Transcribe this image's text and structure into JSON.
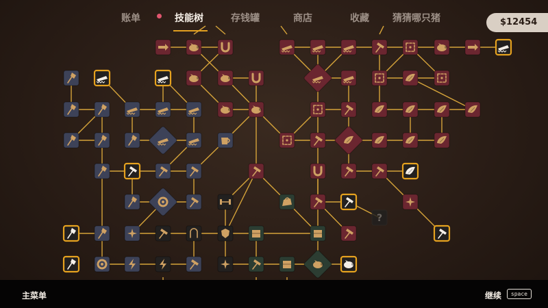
{
  "tabs": [
    {
      "label": "账单",
      "active": false
    },
    {
      "label": "技能树",
      "active": true
    },
    {
      "label": "存钱罐",
      "active": false
    },
    {
      "label": "商店",
      "active": false
    },
    {
      "label": "收藏",
      "active": false
    },
    {
      "label": "猜猜哪只猪",
      "active": false
    }
  ],
  "money": "$12454",
  "bottom": {
    "main_menu": "主菜单",
    "continue": "继续",
    "key": "space"
  },
  "mystery_label": "?",
  "colors": {
    "blue_node": "#3d4258",
    "red_node": "#6b2630",
    "dark_node": "#22201f",
    "green_node": "#2c3d32",
    "gold": "#e6a21f",
    "line": "#d6a43a",
    "icon": "#cfa163"
  },
  "nodes": [
    {
      "id": "r1",
      "c": "red",
      "i": "arrow",
      "s": "sq"
    },
    {
      "id": "r2",
      "c": "red",
      "i": "pig",
      "s": "sq"
    },
    {
      "id": "r3",
      "c": "red",
      "i": "magnet",
      "s": "sq"
    },
    {
      "id": "r4",
      "c": "red",
      "i": "saw",
      "s": "sq"
    },
    {
      "id": "r5",
      "c": "red",
      "i": "saw",
      "s": "sq"
    },
    {
      "id": "r6",
      "c": "red",
      "i": "saw",
      "s": "sq"
    },
    {
      "id": "r7",
      "c": "red",
      "i": "hammer",
      "s": "sq"
    },
    {
      "id": "r8",
      "c": "red",
      "i": "target",
      "s": "sq"
    },
    {
      "id": "r9",
      "c": "red",
      "i": "pig",
      "s": "sq"
    },
    {
      "id": "r10",
      "c": "red",
      "i": "arrow",
      "s": "sq"
    },
    {
      "id": "r11",
      "c": "dark",
      "i": "saw",
      "s": "sq",
      "gold": true
    },
    {
      "id": "b1",
      "c": "blue",
      "i": "axe",
      "s": "sq"
    },
    {
      "id": "b2",
      "c": "dark",
      "i": "saw",
      "s": "sq",
      "gold": true
    },
    {
      "id": "b3",
      "c": "dark",
      "i": "saw",
      "s": "sq",
      "gold": true
    },
    {
      "id": "r12",
      "c": "red",
      "i": "pig",
      "s": "sq"
    },
    {
      "id": "r13",
      "c": "red",
      "i": "pig",
      "s": "sq"
    },
    {
      "id": "r14",
      "c": "red",
      "i": "magnet",
      "s": "sq"
    },
    {
      "id": "r15",
      "c": "red",
      "i": "saw",
      "s": "dia"
    },
    {
      "id": "r16",
      "c": "red",
      "i": "saw",
      "s": "sq"
    },
    {
      "id": "r17",
      "c": "red",
      "i": "target",
      "s": "sq"
    },
    {
      "id": "r18",
      "c": "red",
      "i": "wing",
      "s": "sq"
    },
    {
      "id": "r19",
      "c": "red",
      "i": "wing",
      "s": "sq"
    },
    {
      "id": "r20",
      "c": "red",
      "i": "target",
      "s": "sq"
    },
    {
      "id": "b4",
      "c": "blue",
      "i": "axe",
      "s": "sq"
    },
    {
      "id": "b5",
      "c": "blue",
      "i": "axe",
      "s": "sq"
    },
    {
      "id": "b6",
      "c": "blue",
      "i": "saw",
      "s": "sq"
    },
    {
      "id": "b7",
      "c": "blue",
      "i": "saw",
      "s": "sq"
    },
    {
      "id": "b8",
      "c": "blue",
      "i": "saw",
      "s": "sq"
    },
    {
      "id": "r21",
      "c": "red",
      "i": "pig",
      "s": "sq"
    },
    {
      "id": "r22",
      "c": "red",
      "i": "pig",
      "s": "sq"
    },
    {
      "id": "r23",
      "c": "red",
      "i": "target",
      "s": "sq"
    },
    {
      "id": "r24",
      "c": "red",
      "i": "hammer",
      "s": "sq"
    },
    {
      "id": "r25",
      "c": "red",
      "i": "wing",
      "s": "sq"
    },
    {
      "id": "r26",
      "c": "red",
      "i": "wing",
      "s": "sq"
    },
    {
      "id": "r27",
      "c": "red",
      "i": "wing",
      "s": "sq"
    },
    {
      "id": "r28",
      "c": "red",
      "i": "wing",
      "s": "sq"
    },
    {
      "id": "b9",
      "c": "blue",
      "i": "axe",
      "s": "sq"
    },
    {
      "id": "b10",
      "c": "blue",
      "i": "axe",
      "s": "sq"
    },
    {
      "id": "b11",
      "c": "blue",
      "i": "axe",
      "s": "sq"
    },
    {
      "id": "b12",
      "c": "blue",
      "i": "saw",
      "s": "dia"
    },
    {
      "id": "b13",
      "c": "blue",
      "i": "saw",
      "s": "sq"
    },
    {
      "id": "b14",
      "c": "blue",
      "i": "cup",
      "s": "sq"
    },
    {
      "id": "r29",
      "c": "red",
      "i": "target",
      "s": "sq"
    },
    {
      "id": "r30",
      "c": "red",
      "i": "hammer",
      "s": "sq"
    },
    {
      "id": "r31",
      "c": "red",
      "i": "wing",
      "s": "dia"
    },
    {
      "id": "r32",
      "c": "red",
      "i": "wing",
      "s": "sq"
    },
    {
      "id": "r33",
      "c": "red",
      "i": "wing",
      "s": "sq"
    },
    {
      "id": "r34",
      "c": "red",
      "i": "wing",
      "s": "sq"
    },
    {
      "id": "b15",
      "c": "blue",
      "i": "axe",
      "s": "sq"
    },
    {
      "id": "b16",
      "c": "dark",
      "i": "hammer",
      "s": "sq",
      "gold": true
    },
    {
      "id": "b17",
      "c": "blue",
      "i": "hammer",
      "s": "sq"
    },
    {
      "id": "b18",
      "c": "blue",
      "i": "hammer",
      "s": "sq"
    },
    {
      "id": "r35",
      "c": "red",
      "i": "hammer",
      "s": "sq"
    },
    {
      "id": "r36",
      "c": "red",
      "i": "magnet",
      "s": "sq"
    },
    {
      "id": "r37",
      "c": "red",
      "i": "hammer",
      "s": "sq"
    },
    {
      "id": "r38",
      "c": "red",
      "i": "hammer",
      "s": "sq"
    },
    {
      "id": "r39",
      "c": "dark",
      "i": "wing",
      "s": "sq",
      "gold": true
    },
    {
      "id": "b19",
      "c": "blue",
      "i": "axe",
      "s": "sq"
    },
    {
      "id": "b20",
      "c": "blue",
      "i": "gear",
      "s": "dia"
    },
    {
      "id": "b21",
      "c": "blue",
      "i": "hammer",
      "s": "sq"
    },
    {
      "id": "d1",
      "c": "dark",
      "i": "dumbbell",
      "s": "sq"
    },
    {
      "id": "g1",
      "c": "green",
      "i": "bag",
      "s": "sq"
    },
    {
      "id": "r40",
      "c": "red",
      "i": "hammer",
      "s": "sq"
    },
    {
      "id": "r41",
      "c": "dark",
      "i": "hammer",
      "s": "sq",
      "gold": true
    },
    {
      "id": "q1",
      "c": "dark",
      "i": "question",
      "s": "sq",
      "dim": true
    },
    {
      "id": "r42",
      "c": "red",
      "i": "sparkle",
      "s": "sq"
    },
    {
      "id": "b22",
      "c": "dark",
      "i": "axe",
      "s": "sq",
      "gold": true
    },
    {
      "id": "b23",
      "c": "blue",
      "i": "axe",
      "s": "sq"
    },
    {
      "id": "b24",
      "c": "blue",
      "i": "sparkle",
      "s": "sq"
    },
    {
      "id": "d2",
      "c": "dark",
      "i": "hammer",
      "s": "sq"
    },
    {
      "id": "d3",
      "c": "dark",
      "i": "grip",
      "s": "sq"
    },
    {
      "id": "d4",
      "c": "dark",
      "i": "shield",
      "s": "sq"
    },
    {
      "id": "g2",
      "c": "green",
      "i": "box",
      "s": "sq"
    },
    {
      "id": "g3",
      "c": "green",
      "i": "box",
      "s": "sq"
    },
    {
      "id": "r43",
      "c": "red",
      "i": "hammer",
      "s": "sq"
    },
    {
      "id": "r44",
      "c": "dark",
      "i": "hammer",
      "s": "sq",
      "gold": true
    },
    {
      "id": "b25",
      "c": "dark",
      "i": "axe",
      "s": "sq",
      "gold": true
    },
    {
      "id": "b26",
      "c": "blue",
      "i": "gear",
      "s": "sq"
    },
    {
      "id": "b27",
      "c": "blue",
      "i": "lightning",
      "s": "sq"
    },
    {
      "id": "d5",
      "c": "dark",
      "i": "lightning",
      "s": "sq"
    },
    {
      "id": "b28",
      "c": "blue",
      "i": "hammer",
      "s": "sq"
    },
    {
      "id": "d6",
      "c": "dark",
      "i": "sparkle",
      "s": "sq"
    },
    {
      "id": "g4",
      "c": "green",
      "i": "hammer",
      "s": "sq"
    },
    {
      "id": "g5",
      "c": "green",
      "i": "box",
      "s": "sq"
    },
    {
      "id": "g6",
      "c": "green",
      "i": "pig",
      "s": "dia"
    },
    {
      "id": "g7",
      "c": "dark",
      "i": "pig",
      "s": "sq",
      "gold": true
    }
  ]
}
